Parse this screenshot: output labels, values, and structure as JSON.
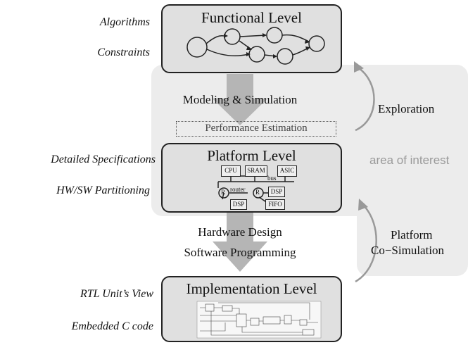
{
  "levels": {
    "functional": "Functional Level",
    "platform": "Platform Level",
    "implementation": "Implementation Level"
  },
  "left_labels": {
    "algorithms": "Algorithms",
    "constraints": "Constraints",
    "detailed_specs": "Detailed Specifications",
    "hw_sw": "HW/SW Partitioning",
    "rtl": "RTL Unit’s View",
    "embedded_c": "Embedded C code"
  },
  "flow": {
    "modeling": "Modeling & Simulation",
    "performance": "Performance Estimation",
    "hardware_design": "Hardware Design",
    "software_programming": "Software Programming"
  },
  "right_labels": {
    "exploration": "Exploration",
    "area_of_interest": "area of interest",
    "platform_cosim_1": "Platform",
    "platform_cosim_2": "Co−Simulation"
  },
  "platform_blocks": {
    "cpu": "CPU",
    "sram": "SRAM",
    "asic": "ASIC",
    "bus": "bus",
    "router": "router",
    "dsp1": "DSP",
    "dsp2": "DSP",
    "fifo": "FIFO",
    "r1": "R",
    "r2": "R"
  }
}
